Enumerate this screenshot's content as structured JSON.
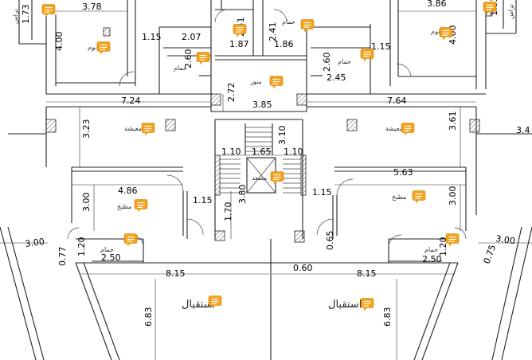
{
  "colors": {
    "comment_marker": "#F4A21C",
    "line": "#222222",
    "background": "#FFFFFF"
  },
  "icons": {
    "comment": "comment-icon"
  },
  "dimensions": {
    "d378": "3.78",
    "d386": "3.86",
    "d173": "1.73",
    "d183": "1.83",
    "d400a": "4.00",
    "d400b": "4.00",
    "d115a": "1.15",
    "d207": "2.07",
    "d241a": "2.41",
    "d241b": "2.41",
    "d187": "1.87",
    "d186": "1.86",
    "d115b": "1.15",
    "d260a": "2.60",
    "d260b": "2.60",
    "d245": "2.45",
    "d272": "2.72",
    "d385": "3.85",
    "d724": "7.24",
    "d764": "7.64",
    "d323": "3.23",
    "d361": "3.61",
    "d34": "3.4",
    "d110a": "1.10",
    "d165": "1.65",
    "d110b": "1.10",
    "d310": "3.10",
    "d563": "5.63",
    "d486": "4.86",
    "d300a": "3.00",
    "d300b": "3.00",
    "d115c": "1.15",
    "d115d": "1.15",
    "d380": "3.80",
    "d170": "1.70",
    "d065": "0.65",
    "d300c": "3.00",
    "d300d": "3.00",
    "d077": "0.77",
    "d075": "0.75",
    "d120a": "1.20",
    "d120b": "1.20",
    "d250a": "2.50",
    "d250b": "2.50",
    "d815a": "8.15",
    "d815b": "8.15",
    "d060": "0.60",
    "d683a": "6.83",
    "d683b": "6.83"
  },
  "rooms": {
    "bedroom_left": "نوم",
    "bedroom_right": "نوم",
    "bath_upper_left": "حمام",
    "bath_upper_mid": "حمام",
    "bath_upper_right": "حمام",
    "bath_lower_left": "حمام",
    "bath_lower_right": "حمام",
    "corridor": "منور",
    "living_left": "معيشة",
    "living_right": "معيشة",
    "kitchen_left": "مطبخ",
    "kitchen_right": "مطبخ",
    "elevator": "مصعد",
    "terrace_left": "تراس",
    "terrace_right": "تراس",
    "reception_left": "استقبال",
    "reception_right": "استقبال"
  }
}
